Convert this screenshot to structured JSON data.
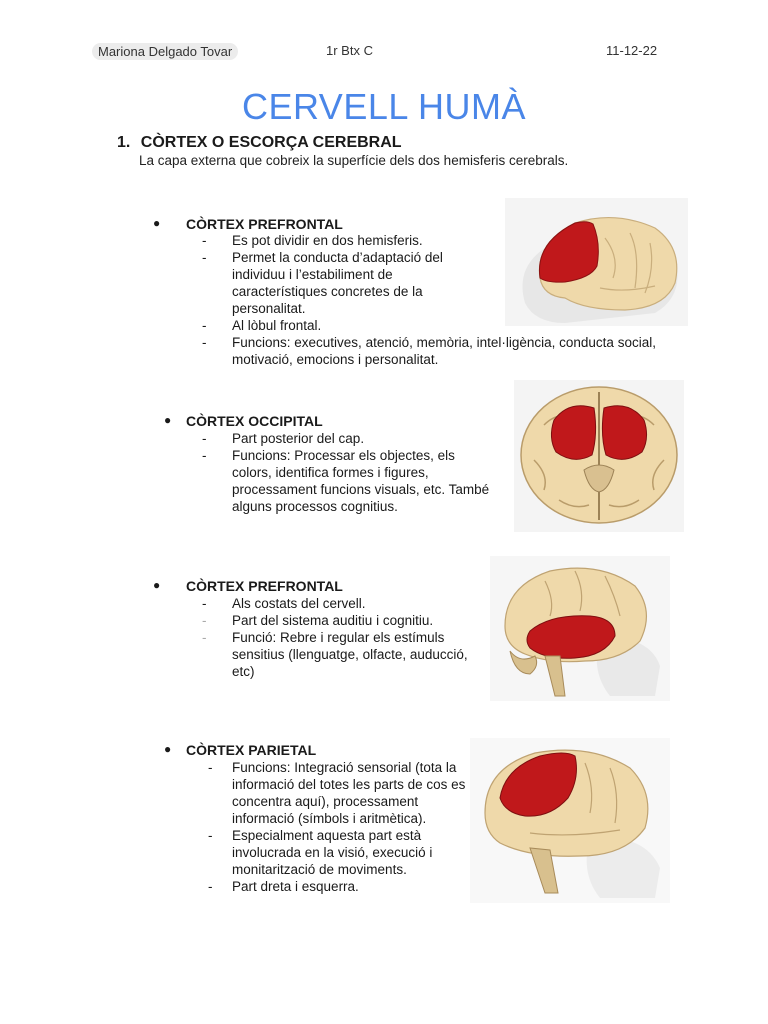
{
  "header": {
    "name": "Mariona Delgado Tovar",
    "class": "1r Btx C",
    "date": "11-12-22"
  },
  "title": "CERVELL HUMÀ",
  "section": {
    "number": "1.",
    "title": "CÒRTEX O ESCORÇA CEREBRAL",
    "description": "La capa externa que cobreix la superfície dels dos hemisferis cerebrals."
  },
  "blocks": [
    {
      "title": "CÒRTEX PREFRONTAL",
      "items": [
        "Es pot dividir en dos hemisferis.",
        "Permet la conducta d’adaptació del individuu i l’estabiliment de característiques concretes de la personalitat.",
        "Al lòbul frontal.",
        "Funcions: executives, atenció, memòria, intel·ligència, conducta social, motivació, emocions i personalitat."
      ]
    },
    {
      "title": "CÒRTEX OCCIPITAL",
      "items": [
        "Part posterior del cap.",
        "Funcions: Processar els objectes, els colors, identifica formes i figures, processament funcions visuals, etc. També alguns processos cognitius."
      ]
    },
    {
      "title": "CÒRTEX PREFRONTAL",
      "items": [
        "Als costats del cervell.",
        "Part del sistema auditiu i cognitiu.",
        "Funció: Rebre i regular els estímuls sensitius (llenguatge, olfacte, auducció, etc)"
      ]
    },
    {
      "title": "CÒRTEX PARIETAL",
      "items": [
        "Funcions: Integració sensorial (tota la informació del totes les parts de cos es concentra aquí), processament informació (símbols i aritmètica).",
        "Especialment aquesta part està involucrada en la visió, execució i monitarització de moviments.",
        "Part dreta i esquerra."
      ]
    }
  ],
  "colors": {
    "title": "#4a86e8",
    "brain": "#efd9aa",
    "highlight": "#c0181b"
  },
  "icons": [
    "bullet-icon",
    "dash-icon",
    "brain-illustration"
  ]
}
